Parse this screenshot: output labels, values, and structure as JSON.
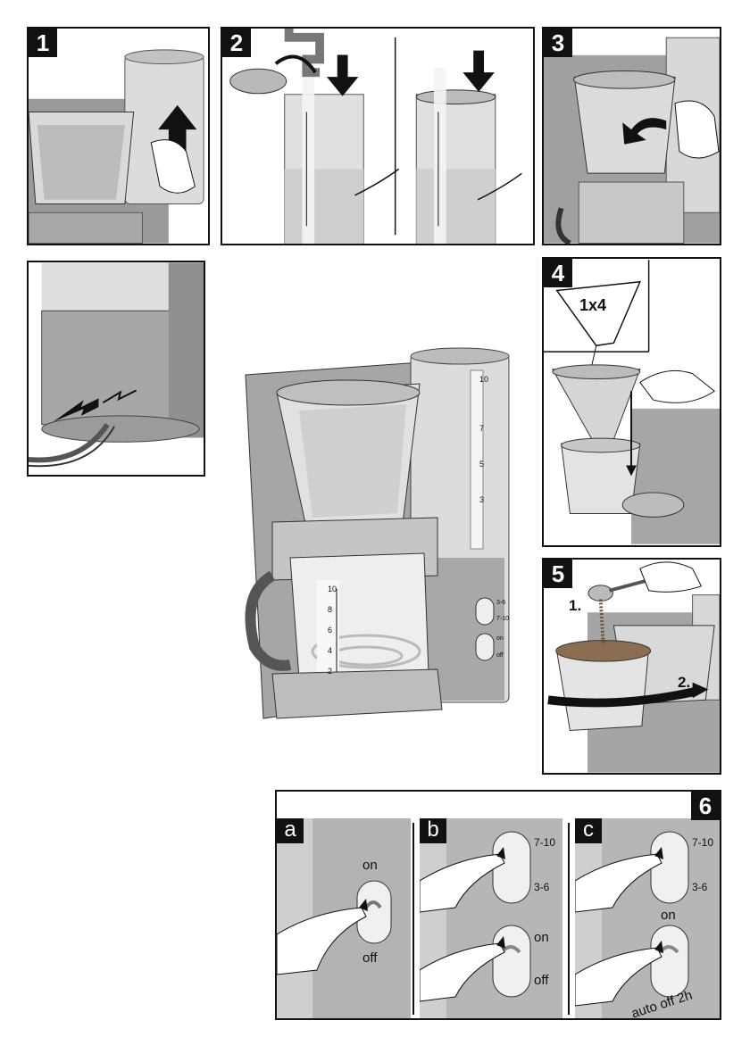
{
  "steps": {
    "s1": "1",
    "s2": "2",
    "s3": "3",
    "s4": "4",
    "s5": "5",
    "s6": "6"
  },
  "step4": {
    "filter_size": "1x4"
  },
  "step5": {
    "sub1": "1.",
    "sub2": "2."
  },
  "step6": {
    "a": {
      "tag": "a",
      "on": "on",
      "off": "off"
    },
    "b": {
      "tag": "b",
      "cups_high": "7-10",
      "cups_low": "3-6",
      "on": "on",
      "off": "off"
    },
    "c": {
      "tag": "c",
      "cups_high": "7-10",
      "cups_low": "3-6",
      "on": "on",
      "auto_off": "auto off 2h"
    }
  },
  "main_machine": {
    "tank_mark_top": "10",
    "tank_marks": [
      "7",
      "5",
      "3"
    ],
    "carafe_marks": [
      "10",
      "8",
      "6",
      "4",
      "2"
    ],
    "switch_top_high": "3-6",
    "switch_top_low": "7-10",
    "switch_bottom_on": "on",
    "switch_bottom_off": "off"
  },
  "colors": {
    "ink": "#111111",
    "metal_light": "#e3e3e3",
    "metal_mid": "#bdbdbd",
    "metal_dark": "#8f8f8f"
  }
}
